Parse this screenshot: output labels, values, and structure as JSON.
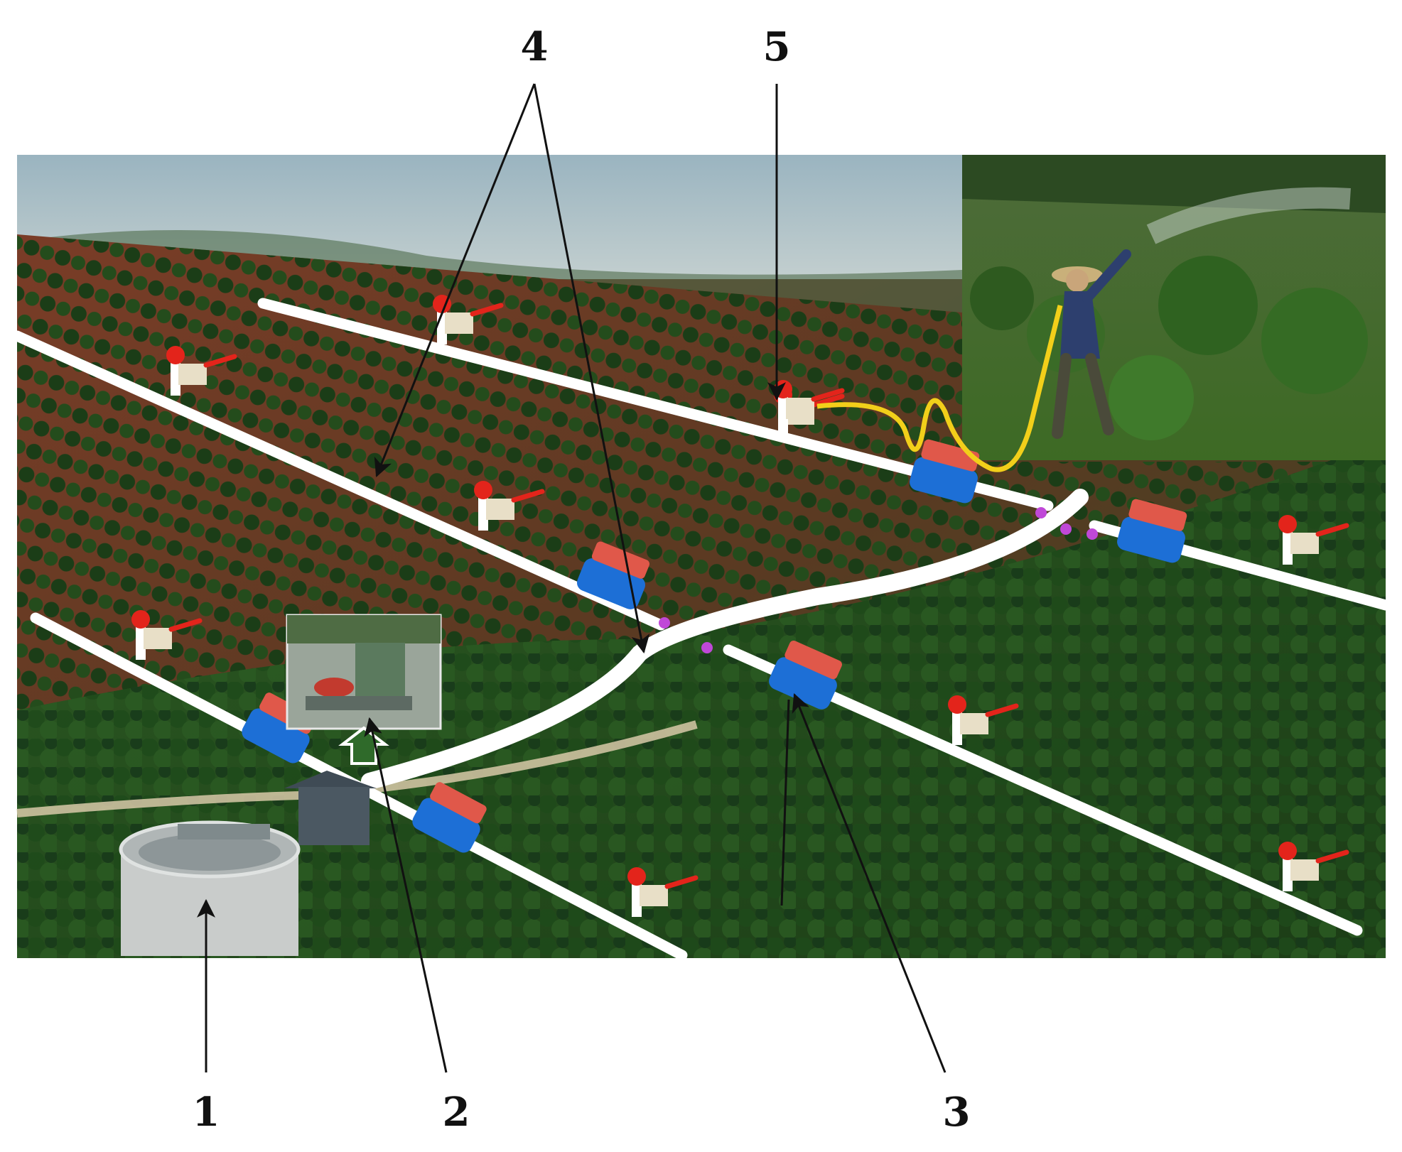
{
  "figure": {
    "description_free": true,
    "callouts": [
      {
        "id": "1",
        "label": "1"
      },
      {
        "id": "2",
        "label": "2"
      },
      {
        "id": "3",
        "label": "3"
      },
      {
        "id": "4",
        "label": "4"
      },
      {
        "id": "5",
        "label": "5"
      }
    ]
  },
  "colors": {
    "pipe": "#ffffff",
    "valve_body": "#1d6fd6",
    "valve_handle": "#e0584a",
    "hose": "#f2cf1a",
    "connector": "#c048d8",
    "hydrant_cap": "#e3241b",
    "soil": "#8a4a2f",
    "tree": "#1f4d1b",
    "sky": "#9fb6bf"
  },
  "icons": [
    "reservoir-tank",
    "pump-station",
    "ball-valve",
    "main-pipe",
    "hydrant",
    "spray-operator"
  ]
}
